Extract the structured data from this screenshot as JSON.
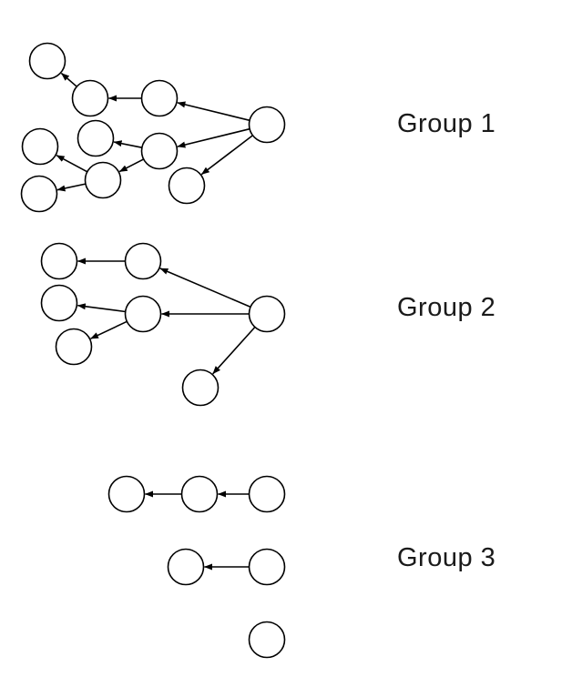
{
  "groups": [
    {
      "id": "g1",
      "label": "Group 1"
    },
    {
      "id": "g2",
      "label": "Group 2"
    },
    {
      "id": "g3",
      "label": "Group 3"
    }
  ],
  "colors": {
    "stroke": "#000000",
    "node_fill": "#ffffff",
    "text": "#1a1a1a",
    "background": "#ffffff"
  }
}
